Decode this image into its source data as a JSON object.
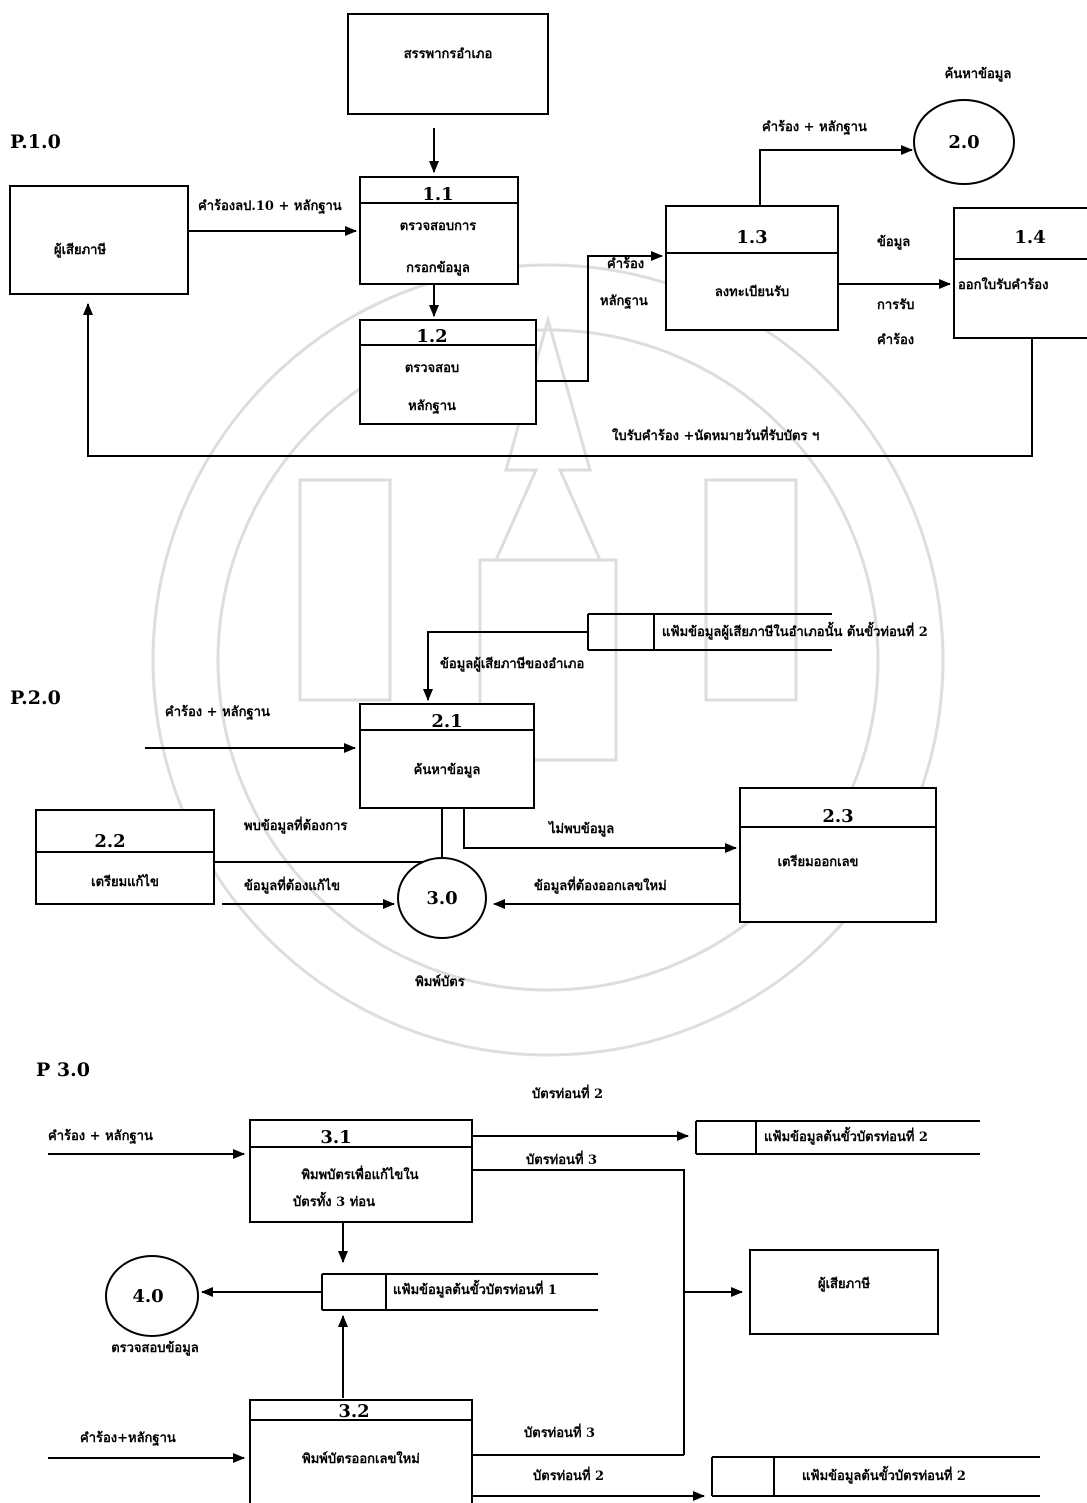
{
  "sections": {
    "p1": "P.1.0",
    "p2": "P.2.0",
    "p3": "P 3.0"
  },
  "p1": {
    "district_office": "สรรพากรอำเภอ",
    "search_label": "ค้นหาข้อมูล",
    "taxpayer": "ผู้เสียภาษี",
    "proc_1_1": {
      "num": "1.1",
      "line1": "ตรวจสอบการ",
      "line2": "กรอกข้อมูล"
    },
    "proc_1_2": {
      "num": "1.2",
      "line1": "ตรวจสอบ",
      "line2": "หลักฐาน"
    },
    "proc_1_3": {
      "num": "1.3",
      "line1": "ลงทะเบียนรับ"
    },
    "proc_1_4": {
      "num": "1.4",
      "line1": "ออกใบรับคำร้อง"
    },
    "circle_2_0": "2.0",
    "flow_request_form": "คำร้องลป.10 + หลักฐาน",
    "flow_request_evidence": "คำร้อง + หลักฐาน",
    "flow_req_a": "คำร้อง",
    "flow_req_b": "หลักฐาน",
    "flow_data_a": "ข้อมูล",
    "flow_data_b": "การรับ",
    "flow_data_c": "คำร้อง",
    "flow_receipt": "ใบรับคำร้อง +นัดหมายวันที่รับบัตร ฯ"
  },
  "p2": {
    "datastore": "แฟ้มข้อมูลผู้เสียภาษีในอำเภอนั้น ต้นขั้วท่อนที่ 2",
    "flow_store_data": "ข้อมูลผู้เสียภาษีของอำเภอ",
    "flow_input": "คำร้อง + หลักฐาน",
    "proc_2_1": {
      "num": "2.1",
      "line1": "ค้นหาข้อมูล"
    },
    "proc_2_2": {
      "num": "2.2",
      "line1": "เตรียมแก้ไข"
    },
    "proc_2_3": {
      "num": "2.3",
      "line1": "เตรียมออกเลข"
    },
    "flow_found": "พบข้อมูลที่ต้องการ",
    "flow_not_found": "ไม่พบข้อมูล",
    "flow_to_fix": "ข้อมูลที่ต้องแก้ไข",
    "flow_new_number": "ข้อมูลที่ต้องออกเลขใหม่",
    "circle_3_0": "3.0",
    "print_card": "พิมพ์บัตร"
  },
  "p3": {
    "flow_input_1": "คำร้อง + หลักฐาน",
    "flow_input_2": "คำร้อง+หลักฐาน",
    "proc_3_1": {
      "num": "3.1",
      "line1": "พิมพบัตรเพื่อแก้ไขใน",
      "line2": "บัตรทั้ง 3 ท่อน"
    },
    "proc_3_2": {
      "num": "3.2",
      "line1": "พิมพ์บัตรออกเลขใหม่"
    },
    "card_part_2_top": "บัตรท่อนที่ 2",
    "card_part_3_top": "บัตรท่อนที่ 3",
    "card_part_3_bottom": "บัตรท่อนที่ 3",
    "card_part_2_bottom": "บัตรท่อนที่ 2",
    "store_part_2_top": "แฟ้มข้อมูลต้นขั้วบัตรท่อนที่ 2",
    "store_part_1": "แฟ้มข้อมูลต้นขั้วบัตรท่อนที่ 1",
    "store_part_2_bottom": "แฟ้มข้อมูลต้นขั้วบัตรท่อนที่ 2",
    "taxpayer": "ผู้เสียภาษี",
    "circle_4_0": "4.0",
    "verify": "ตรวจสอบข้อมูล"
  }
}
